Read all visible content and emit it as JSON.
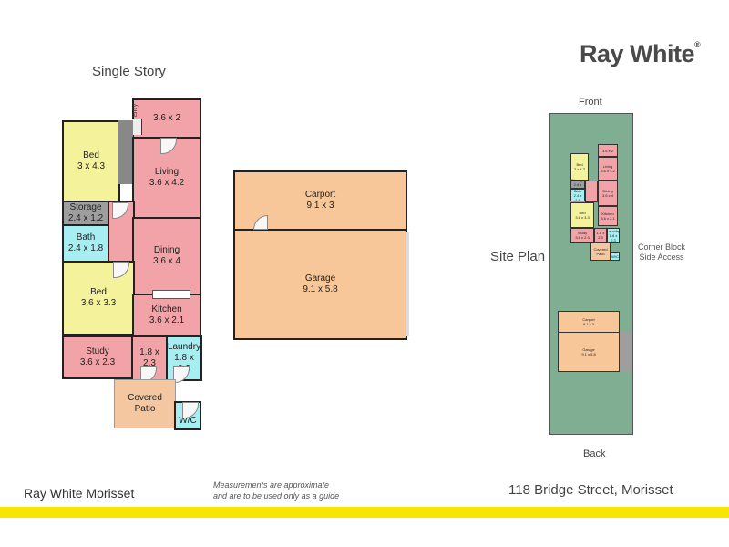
{
  "floorplan_title": "Single Story",
  "logo_text": "Ray White",
  "rooms": {
    "entry": "Entry",
    "room_36x2": "3.6 x 2",
    "bed1": {
      "name": "Bed",
      "dim": "3 x 4.3"
    },
    "living": {
      "name": "Living",
      "dim": "3.6 x 4.2"
    },
    "storage": {
      "name": "Storage",
      "dim": "2.4 x 1.2"
    },
    "bath": {
      "name": "Bath",
      "dim": "2.4 x 1.8"
    },
    "dining": {
      "name": "Dining",
      "dim": "3.6 x 4"
    },
    "bed2": {
      "name": "Bed",
      "dim": "3.6 x 3.3"
    },
    "kitchen": {
      "name": "Kitchen",
      "dim": "3.6 x 2.1"
    },
    "study": {
      "name": "Study",
      "dim": "3.6 x 2.3"
    },
    "hall": "1.8 x 2.3",
    "laundry": {
      "name": "Laundry",
      "dim": "1.8 x 2.3"
    },
    "patio": {
      "name": "Covered",
      "name2": "Patio"
    },
    "wc": "W/C",
    "carport": {
      "name": "Carport",
      "dim": "9.1 x 3"
    },
    "garage": {
      "name": "Garage",
      "dim": "9.1 x 5.8"
    }
  },
  "site_plan": {
    "title": "Site Plan",
    "front": "Front",
    "back": "Back",
    "corner_line1": "Corner Block",
    "corner_line2": "Side Access",
    "mini": {
      "room_36x2": "3.6 x 2",
      "bed1_name": "Bed",
      "bed1_dim": "3 x 4.3",
      "living_name": "Living",
      "living_dim": "3.6 x 4.2",
      "storage_name": "Storage",
      "storage_dim": "2.4 x 1.2",
      "bath_name": "Bath",
      "bath_dim": "2.4 x 1.8",
      "dining_name": "Dining",
      "dining_dim": "3.6 x 4",
      "bed2_name": "Bed",
      "bed2_dim": "3.6 x 3.3",
      "kitchen_name": "Kitchen",
      "kitchen_dim": "3.6 x 2.1",
      "study_name": "Study",
      "study_dim": "3.6 x 2.3",
      "hall": "1.8 x 2.3",
      "laundry_name": "Laundry",
      "laundry_dim": "1.8 x 2.3",
      "patio_name": "Covered",
      "patio_name2": "Patio",
      "wc": "W/C",
      "carport_name": "Carport",
      "carport_dim": "9.1 x 3",
      "garage_name": "Garage",
      "garage_dim": "9.1 x 5.8"
    }
  },
  "footer": {
    "agency": "Ray White Morisset",
    "disclaimer_line1": "Measurements are approximate",
    "disclaimer_line2": "and are to be used only as a guide",
    "address": "118 Bridge Street, Morisset"
  },
  "colors": {
    "footer_bar": "#f8e600",
    "site_green": "#7fae93"
  }
}
